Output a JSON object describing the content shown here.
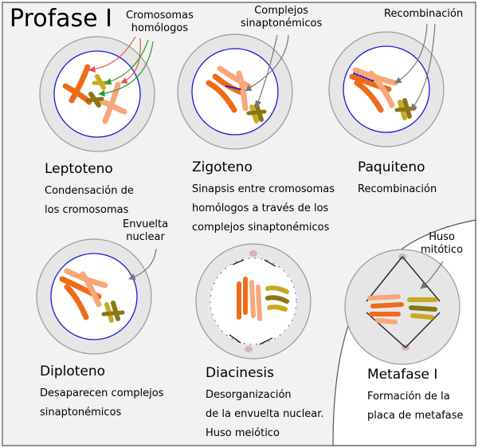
{
  "title": "Profase I",
  "annotations": {
    "homologous": [
      "Cromosomas",
      "homólogos"
    ],
    "synaptonemal": [
      "Complejos",
      "sinaptonémicos"
    ],
    "recombination": [
      "Recombinación"
    ],
    "envelope": [
      "Envuelta",
      "nuclear"
    ],
    "spindle": [
      "Huso",
      "mitótico"
    ]
  },
  "stages": [
    {
      "name": "Leptoteno",
      "desc": [
        "Condensación de",
        "los cromosomas"
      ]
    },
    {
      "name": "Zigoteno",
      "desc": [
        "Sinapsis entre cromosomas",
        "homólogos a través de los",
        "complejos sinaptonémicos"
      ]
    },
    {
      "name": "Paquiteno",
      "desc": [
        "Recombinación"
      ]
    },
    {
      "name": "Diploteno",
      "desc": [
        "Desaparecen complejos",
        "sinaptonémicos"
      ]
    },
    {
      "name": "Diacinesis",
      "desc": [
        "Desorganización",
        "de la envuelta nuclear.",
        "Huso meiótico"
      ]
    },
    {
      "name": "Metafase I",
      "desc": [
        "Formación de la",
        "placa de metafase"
      ]
    }
  ],
  "colors": {
    "panel": "#f2f2f2",
    "cell": "#e6e6e6",
    "cellStroke": "#999999",
    "nucleus": "#ffffff",
    "envelope": "#1a1ad6",
    "chromDark": "#ef6b1a",
    "chromLight": "#f7a77a",
    "chromOlive": "#8a7614",
    "chromGold": "#c8aa22",
    "arrowRed": "#e0554a",
    "arrowGreen": "#2e9a2e",
    "spindle": "#222222",
    "pole": "#d0b7b7"
  }
}
